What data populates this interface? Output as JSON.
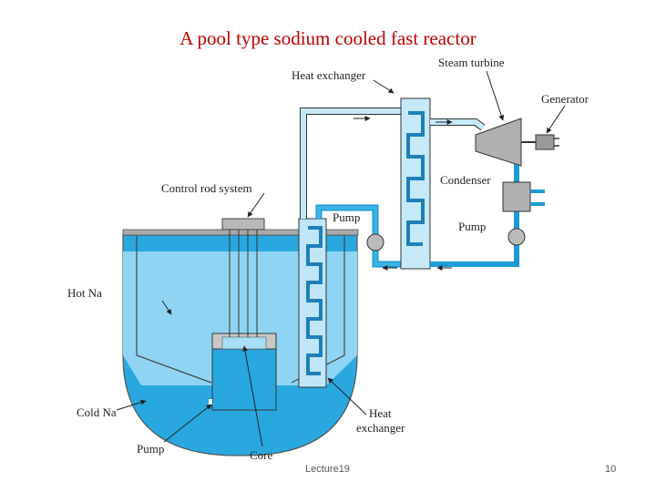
{
  "slide": {
    "title": "A pool type sodium cooled fast reactor",
    "footer_left": "Lecture19",
    "page_number": "10"
  },
  "diagram": {
    "labels": {
      "heat_exchanger_top": "Heat exchanger",
      "steam_turbine": "Steam turbine",
      "generator": "Generator",
      "control_rod_system": "Control rod system",
      "condenser": "Condenser",
      "pump_primary": "Pump",
      "pump_secondary": "Pump",
      "hot_na": "Hot Na",
      "cold_na": "Cold Na",
      "pump_bottom": "Pump",
      "core": "Core",
      "heat_exchanger_bottom_line1": "Heat",
      "heat_exchanger_bottom_line2": "exchanger"
    },
    "colors": {
      "title": "#c00000",
      "hot_na": "#7fd0f2",
      "cold_na": "#29a8e0",
      "pipe_light": "#c6e9f8",
      "pipe_dark": "#1e9ad6",
      "vessel_rim": "#9a9a9a",
      "equipment_gray": "#a9a9a9"
    }
  }
}
